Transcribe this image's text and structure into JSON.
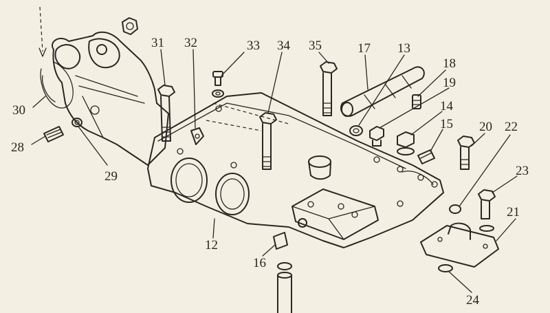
{
  "callouts": [
    {
      "id": "c31",
      "text": "31"
    },
    {
      "id": "c32",
      "text": "32"
    },
    {
      "id": "c33",
      "text": "33"
    },
    {
      "id": "c34",
      "text": "34"
    },
    {
      "id": "c35",
      "text": "35"
    },
    {
      "id": "c17",
      "text": "17"
    },
    {
      "id": "c13",
      "text": "13"
    },
    {
      "id": "c18",
      "text": "18"
    },
    {
      "id": "c19",
      "text": "19"
    },
    {
      "id": "c14",
      "text": "14"
    },
    {
      "id": "c15",
      "text": "15"
    },
    {
      "id": "c20",
      "text": "20"
    },
    {
      "id": "c22",
      "text": "22"
    },
    {
      "id": "c23",
      "text": "23"
    },
    {
      "id": "c21",
      "text": "21"
    },
    {
      "id": "c24",
      "text": "24"
    },
    {
      "id": "c30",
      "text": "30"
    },
    {
      "id": "c28",
      "text": "28"
    },
    {
      "id": "c29",
      "text": "29"
    },
    {
      "id": "c12",
      "text": "12"
    },
    {
      "id": "c16",
      "text": "16"
    }
  ]
}
